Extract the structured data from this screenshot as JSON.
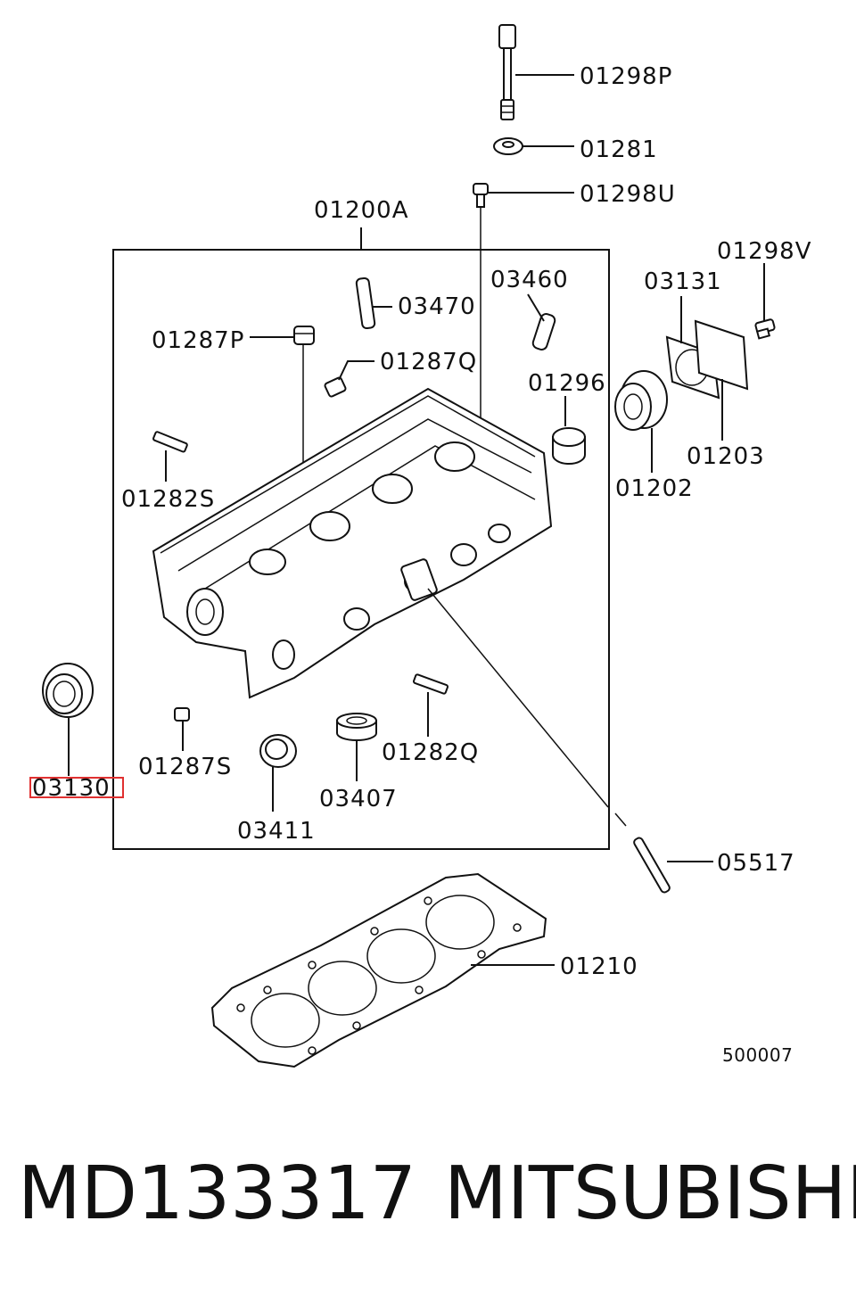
{
  "labels": {
    "head_assy": "01200A",
    "bolt_top": "01298P",
    "washer": "01281",
    "bolt_small": "01298U",
    "bolt_right": "01298V",
    "guide_exhaust": "03460",
    "guide_intake": "03470",
    "gasket_cover": "03131",
    "plug_p": "01287P",
    "plug_q": "01287Q",
    "cap": "01296",
    "cover_plate": "01203",
    "stud_s": "01282S",
    "housing": "01202",
    "oil_seal_left": "03130",
    "plug_s": "01287S",
    "stud_q": "01282Q",
    "seal_03407": "03407",
    "seal_03411": "03411",
    "pin": "05517",
    "head_gasket": "01210",
    "diagram_no": "500007"
  },
  "footer": {
    "part_number": "MD133317",
    "brand": "MITSUBISHI"
  },
  "highlight_color": "#e03030"
}
